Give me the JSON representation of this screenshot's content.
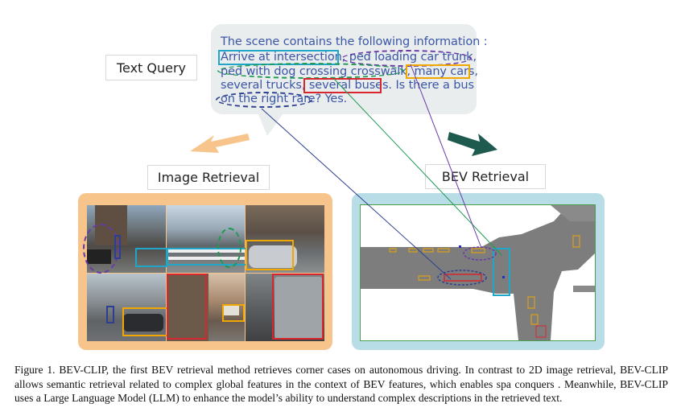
{
  "labels": {
    "text_query": "Text Query",
    "image_retrieval": "Image Retrieval",
    "bev_retrieval": "BEV Retrieval"
  },
  "query": {
    "line1": "The scene contains the following information :",
    "line2": "Arrive at intersection, ped loading car trunk,",
    "line3": "ped with dog crossing crosswalk, many cars,",
    "line4": "several trucks, several buses. Is there a bus",
    "line5": "on the right rare? Yes."
  },
  "caption": {
    "text": "Figure 1. BEV-CLIP, the first BEV retrieval method retrieves corner cases on autonomous driving. In contrast to 2D image retrieval, BEV-CLIP allows semantic retrieval related to complex global features in the context of BEV features, which enables spa conquers . Meanwhile, BEV-CLIP uses a Large Language Model (LLM) to enhance the model’s ability to understand complex descriptions in the retrieved text."
  },
  "colors": {
    "intersection": "#1fa6c8",
    "ped_trunk": "#6a3aa8",
    "ped_dog": "#1f9a55",
    "cars": "#f0a800",
    "buses": "#d8262e",
    "rare": "#2e3f8f",
    "arrow_left": "#f7c58b",
    "arrow_right": "#1f5a4f"
  }
}
